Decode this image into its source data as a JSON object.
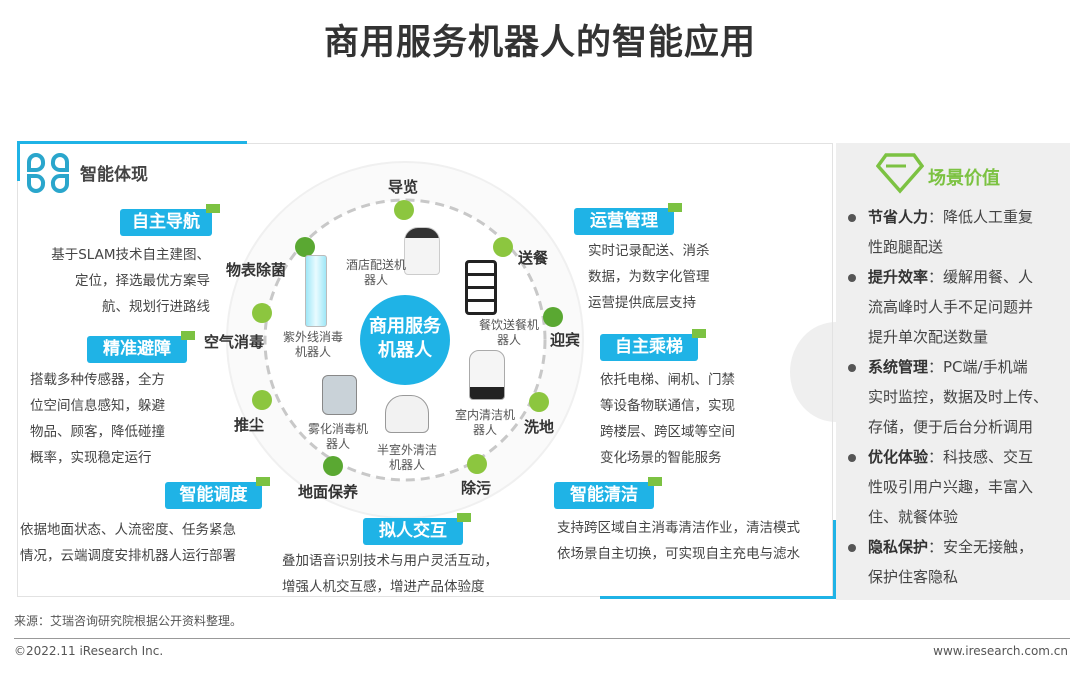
{
  "title": "商用服务机器人的智能应用",
  "left": {
    "heading": "智能体现",
    "center": "商用服务机器人",
    "features": [
      {
        "tag": "自主导航",
        "desc": [
          "基于SLAM技术自主建图、",
          "定位，择选最优方案导",
          "航、规划行进路线"
        ]
      },
      {
        "tag": "精准避障",
        "desc": [
          "搭载多种传感器，全方",
          "位空间信息感知，躲避",
          "物品、顾客，降低碰撞",
          "概率，实现稳定运行"
        ]
      },
      {
        "tag": "智能调度",
        "desc": [
          "依据地面状态、人流密度、任务紧急",
          "情况，云端调度安排机器人运行部署"
        ]
      },
      {
        "tag": "拟人交互",
        "desc": [
          "叠加语音识别技术与用户灵活互动，",
          "增强人机交互感，增进产品体验度"
        ]
      },
      {
        "tag": "运营管理",
        "desc": [
          "实时记录配送、消杀",
          "数据，为数字化管理",
          "运营提供底层支持"
        ]
      },
      {
        "tag": "自主乘梯",
        "desc": [
          "依托电梯、闸机、门禁",
          "等设备物联通信，实现",
          "跨楼层、跨区域等空间",
          "变化场景的智能服务"
        ]
      },
      {
        "tag": "智能清洁",
        "desc": [
          "支持跨区域自主消毒清洁作业，清洁模式",
          "依场景自主切换，可实现自主充电与滤水"
        ]
      }
    ],
    "scenarios": [
      "导览",
      "送餐",
      "迎宾",
      "洗地",
      "除污",
      "地面保养",
      "推尘",
      "空气消毒",
      "物表除菌"
    ],
    "robots": [
      "酒店配送机器人",
      "餐饮送餐机器人",
      "室内清洁机器人",
      "半室外清洁机器人",
      "雾化消毒机器人",
      "紫外线消毒机器人"
    ]
  },
  "right": {
    "heading": "场景价值",
    "items": [
      {
        "k": "节省人力",
        "v": "：降低人工重复",
        "l": [
          "性跑腿配送"
        ]
      },
      {
        "k": "提升效率",
        "v": "：缓解用餐、人",
        "l": [
          "流高峰时人手不足问题并",
          "提升单次配送数量"
        ]
      },
      {
        "k": "系统管理",
        "v": "：PC端/手机端",
        "l": [
          "实时监控，数据及时上传、",
          "存储，便于后台分析调用"
        ]
      },
      {
        "k": "优化体验",
        "v": "：科技感、交互",
        "l": [
          "性吸引用户兴趣，丰富入",
          "住、就餐体验"
        ]
      },
      {
        "k": "隐私保护",
        "v": "：安全无接触，",
        "l": [
          "保护住客隐私"
        ]
      }
    ]
  },
  "footer": {
    "source": "来源：艾瑞咨询研究院根据公开资料整理。",
    "copyright": "©2022.11 iResearch Inc.",
    "site": "www.iresearch.com.cn"
  },
  "colors": {
    "cyan": "#1fb3e6",
    "green": "#7cc242"
  }
}
